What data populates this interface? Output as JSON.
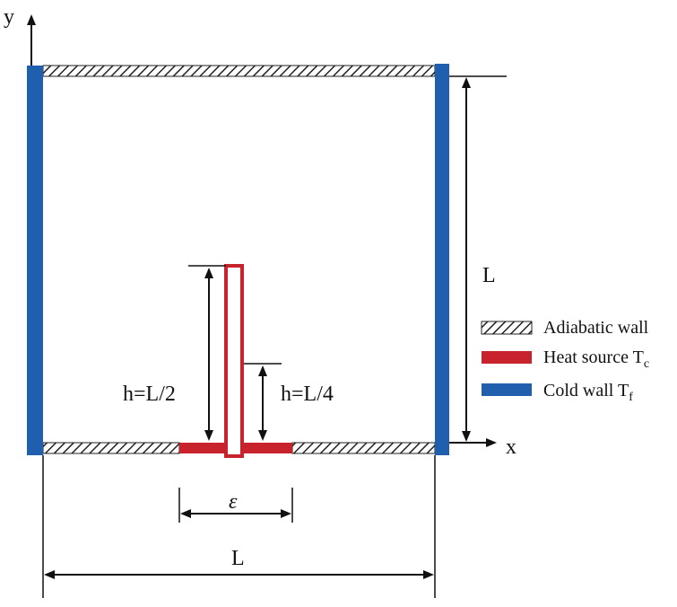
{
  "axes": {
    "y_label": "y",
    "x_label": "x"
  },
  "dimensions": {
    "height_label": "L",
    "width_label": "L",
    "fin_long_label": "h=L/2",
    "fin_short_label": "h=L/4",
    "source_width_label": "ε"
  },
  "legend": {
    "adiabatic": {
      "label": "Adiabatic wall"
    },
    "heat_source": {
      "label": "Heat source T",
      "subscript": "c"
    },
    "cold_wall": {
      "label": "Cold wall T",
      "subscript": "f"
    }
  },
  "colors": {
    "cold_wall": "#1f5fae",
    "heat_source": "#c8232c",
    "adiabatic_stroke": "#222222",
    "line": "#111111"
  }
}
